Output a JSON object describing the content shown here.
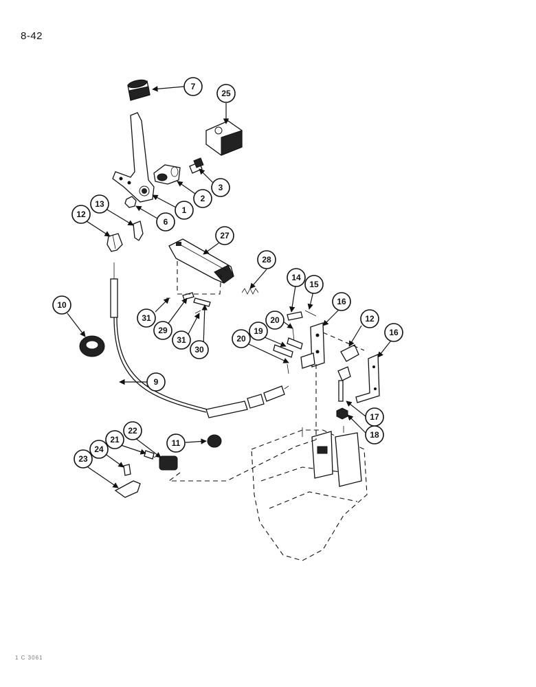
{
  "page_number": "8-42",
  "figure_code": "1 C 3061",
  "callouts": [
    "7",
    "25",
    "3",
    "2",
    "1",
    "6",
    "13",
    "12",
    "27",
    "28",
    "10",
    "31",
    "29",
    "31",
    "30",
    "14",
    "15",
    "16",
    "20",
    "12",
    "16",
    "19",
    "20",
    "9",
    "17",
    "18",
    "22",
    "11",
    "21",
    "24",
    "23"
  ]
}
